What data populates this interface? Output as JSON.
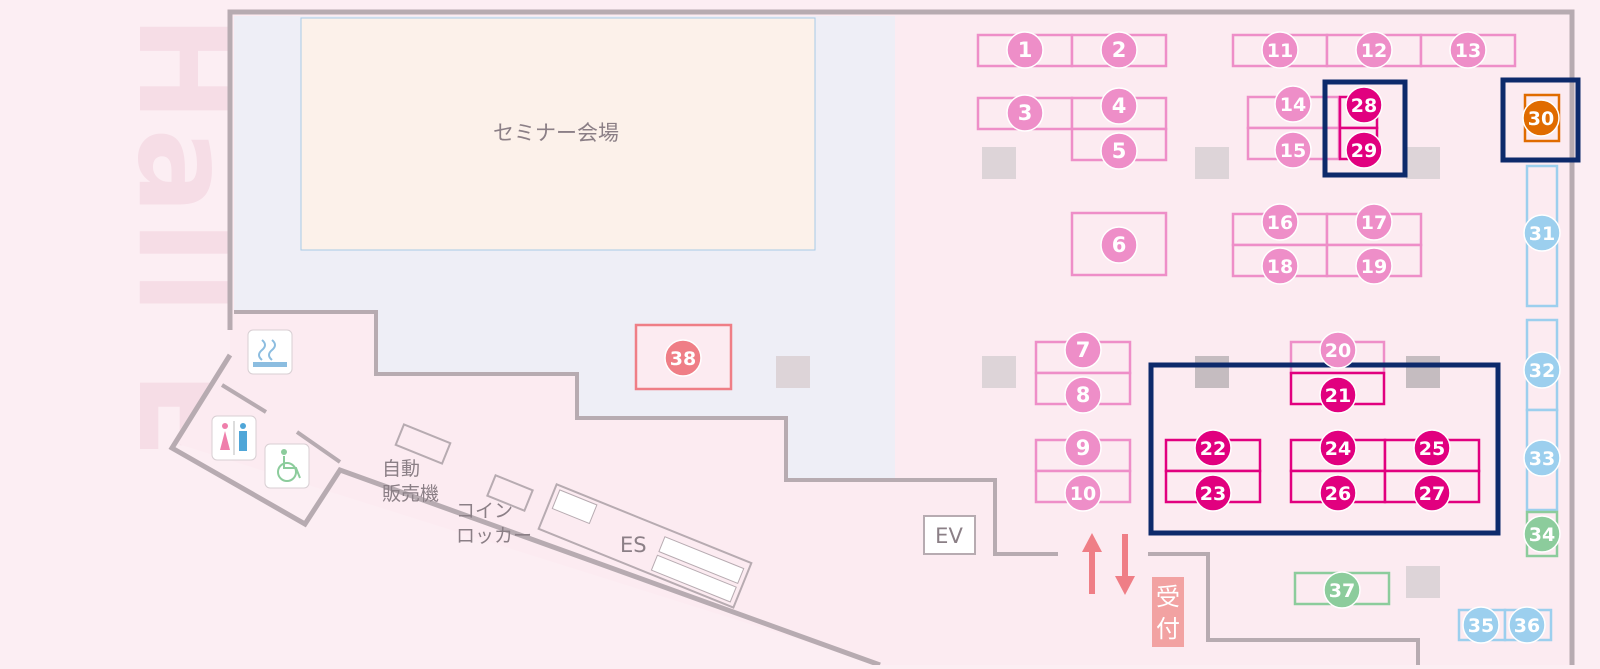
{
  "hall_label": "Hall E",
  "labels": {
    "seminar": "セミナー会場",
    "vending": [
      "自動",
      "販売機"
    ],
    "locker": [
      "コイン",
      "ロッカー"
    ],
    "escalator": "ES",
    "elevator": "EV",
    "reception": [
      "受",
      "付"
    ]
  },
  "icons": [
    "smoking-area-icon",
    "restroom-icon",
    "accessible-restroom-icon"
  ],
  "colors": {
    "pink_booth": "#ee8ec8",
    "magenta_booth": "#e1007f",
    "orange_booth": "#e06b00",
    "blue_booth": "#9ccfee",
    "green_booth": "#8ccc9c",
    "red_booth": "#ef7e86",
    "highlight_frame": "#0d2a6b"
  },
  "booths": [
    {
      "id": "1",
      "color": "pink"
    },
    {
      "id": "2",
      "color": "pink"
    },
    {
      "id": "3",
      "color": "pink"
    },
    {
      "id": "4",
      "color": "pink"
    },
    {
      "id": "5",
      "color": "pink"
    },
    {
      "id": "6",
      "color": "pink"
    },
    {
      "id": "7",
      "color": "pink"
    },
    {
      "id": "8",
      "color": "pink"
    },
    {
      "id": "9",
      "color": "pink"
    },
    {
      "id": "10",
      "color": "pink"
    },
    {
      "id": "11",
      "color": "pink"
    },
    {
      "id": "12",
      "color": "pink"
    },
    {
      "id": "13",
      "color": "pink"
    },
    {
      "id": "14",
      "color": "pink"
    },
    {
      "id": "15",
      "color": "pink"
    },
    {
      "id": "16",
      "color": "pink"
    },
    {
      "id": "17",
      "color": "pink"
    },
    {
      "id": "18",
      "color": "pink"
    },
    {
      "id": "19",
      "color": "pink"
    },
    {
      "id": "20",
      "color": "pink"
    },
    {
      "id": "21",
      "color": "magenta"
    },
    {
      "id": "22",
      "color": "magenta"
    },
    {
      "id": "23",
      "color": "magenta"
    },
    {
      "id": "24",
      "color": "magenta"
    },
    {
      "id": "25",
      "color": "magenta"
    },
    {
      "id": "26",
      "color": "magenta"
    },
    {
      "id": "27",
      "color": "magenta"
    },
    {
      "id": "28",
      "color": "magenta"
    },
    {
      "id": "29",
      "color": "magenta"
    },
    {
      "id": "30",
      "color": "orange"
    },
    {
      "id": "31",
      "color": "blue"
    },
    {
      "id": "32",
      "color": "blue"
    },
    {
      "id": "33",
      "color": "blue"
    },
    {
      "id": "34",
      "color": "green"
    },
    {
      "id": "35",
      "color": "blue"
    },
    {
      "id": "36",
      "color": "blue"
    },
    {
      "id": "37",
      "color": "green"
    },
    {
      "id": "38",
      "color": "red"
    }
  ],
  "highlighted_booths": [
    [
      "28",
      "29"
    ],
    [
      "30"
    ],
    [
      "21",
      "22",
      "23",
      "24",
      "25",
      "26",
      "27"
    ]
  ]
}
